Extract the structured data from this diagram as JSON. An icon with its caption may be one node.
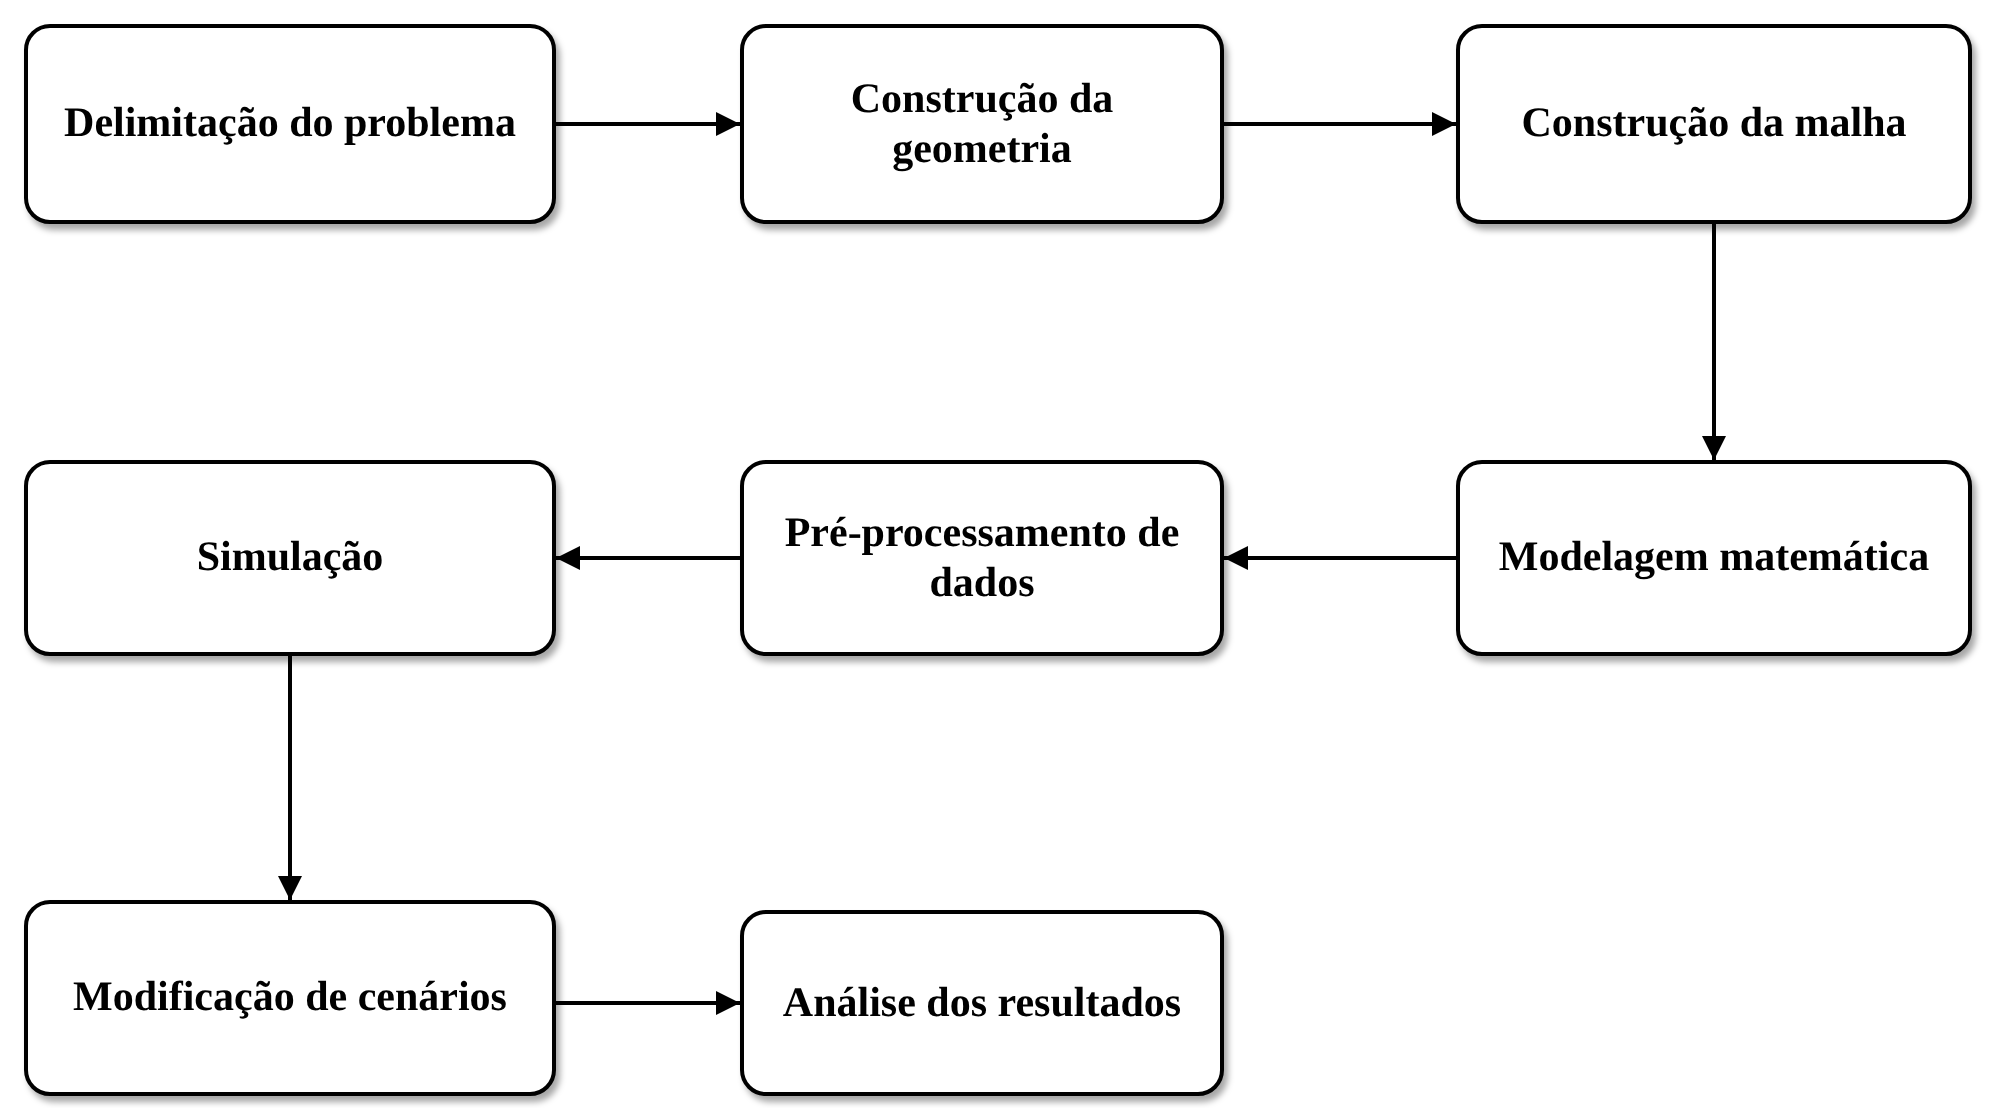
{
  "diagram": {
    "nodes": [
      {
        "text": [
          "Delimitação do problema"
        ]
      },
      {
        "text": [
          "Construção da geometria"
        ]
      },
      {
        "text": [
          "Construção da malha"
        ]
      },
      {
        "text": [
          "Modelagem matemática"
        ]
      },
      {
        "text": [
          "Pré-processamento de dados"
        ]
      },
      {
        "text": [
          "Simulação"
        ]
      },
      {
        "text": [
          "Modificação de cenários"
        ]
      },
      {
        "text": [
          "Análise dos resultados"
        ]
      }
    ],
    "edges": [
      {
        "from": 0,
        "to": 1,
        "arrow": "to"
      },
      {
        "from": 1,
        "to": 2,
        "arrow": "to"
      },
      {
        "from": 2,
        "to": 3,
        "arrow": "to"
      },
      {
        "from": 3,
        "to": 4,
        "arrow": "to"
      },
      {
        "from": 4,
        "to": 5,
        "arrow": "to"
      },
      {
        "from": 5,
        "to": 6,
        "arrow": "to"
      },
      {
        "from": 6,
        "to": 7,
        "arrow": "to"
      }
    ]
  }
}
